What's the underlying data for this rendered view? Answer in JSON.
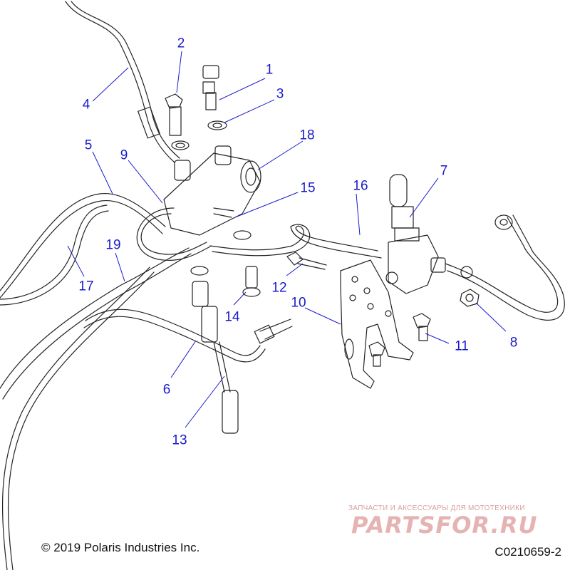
{
  "diagram": {
    "callouts": [
      {
        "id": "1",
        "label": "1"
      },
      {
        "id": "2",
        "label": "2"
      },
      {
        "id": "3",
        "label": "3"
      },
      {
        "id": "4",
        "label": "4"
      },
      {
        "id": "5",
        "label": "5"
      },
      {
        "id": "6",
        "label": "6"
      },
      {
        "id": "7",
        "label": "7"
      },
      {
        "id": "8",
        "label": "8"
      },
      {
        "id": "9",
        "label": "9"
      },
      {
        "id": "10",
        "label": "10"
      },
      {
        "id": "11",
        "label": "11"
      },
      {
        "id": "12",
        "label": "12"
      },
      {
        "id": "13",
        "label": "13"
      },
      {
        "id": "14",
        "label": "14"
      },
      {
        "id": "15",
        "label": "15"
      },
      {
        "id": "16",
        "label": "16"
      },
      {
        "id": "17",
        "label": "17"
      },
      {
        "id": "18",
        "label": "18"
      },
      {
        "id": "19",
        "label": "19"
      }
    ],
    "callout_color": "#1a1acc",
    "line_color": "#222222"
  },
  "footer": {
    "copyright": "© 2019 Polaris Industries Inc.",
    "drawing_id": "C0210659-2"
  },
  "watermark": {
    "tagline": "ЗАПЧАСТИ И АКСЕССУАРЫ ДЛЯ МОТОТЕХНИКИ",
    "logo_text": "PARTSFOR.RU",
    "color": "#e6b3b3"
  }
}
